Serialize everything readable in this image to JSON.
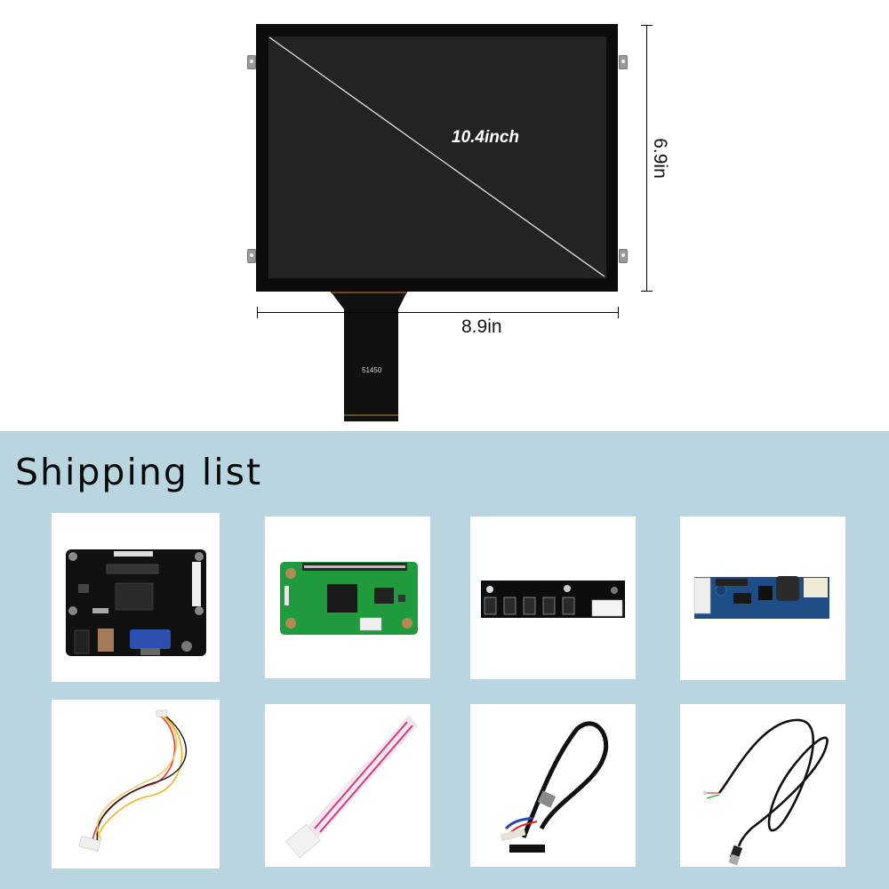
{
  "product": {
    "diagonal_label": "10.4inch",
    "width_label": "8.9in",
    "height_label": "6.9in",
    "fpc_label": "51450"
  },
  "shipping": {
    "title": "Shipping list",
    "items": [
      {
        "name": "HDMI VGA LCD controller board",
        "icon": "pcb-driver-board-icon"
      },
      {
        "name": "Touch USB adapter board (green)",
        "icon": "pcb-touch-adapter-icon"
      },
      {
        "name": "OSD keypad board",
        "icon": "keypad-board-icon"
      },
      {
        "name": "Backlight inverter board",
        "icon": "inverter-board-icon"
      },
      {
        "name": "Keypad wire cable (red/yellow/black)",
        "icon": "wire-harness-icon"
      },
      {
        "name": "Inverter ribbon cable (pink/white)",
        "icon": "ribbon-cable-icon"
      },
      {
        "name": "LVDS cable",
        "icon": "lvds-cable-icon"
      },
      {
        "name": "USB touch cable",
        "icon": "usb-cable-icon"
      }
    ]
  },
  "colors": {
    "section_background": "#b8d5e0",
    "panel_bezel": "#0c0c0c",
    "panel_screen": "#232323",
    "card_background": "#ffffff"
  }
}
